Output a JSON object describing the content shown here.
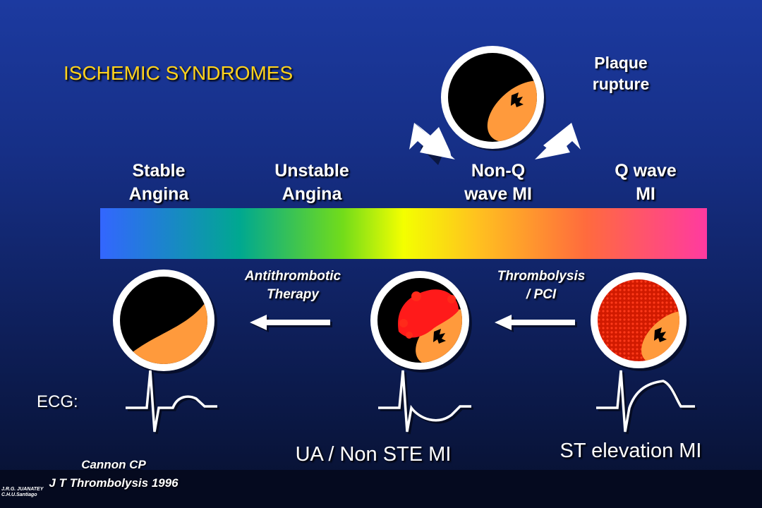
{
  "title": "ISCHEMIC SYNDROMES",
  "plaque_label": "Plaque\nrupture",
  "spectrum_labels": {
    "stable": "Stable\nAngina",
    "unstable": "Unstable\nAngina",
    "nonq": "Non-Q\nwave MI",
    "qwave": "Q wave\nMI"
  },
  "therapies": {
    "antithrombotic": "Antithrombotic\nTherapy",
    "thrombolysis": "Thrombolysis\n/ PCI"
  },
  "ecg_label": "ECG:",
  "captions": {
    "ua_nste": "UA / Non STE MI",
    "st_elev": "ST elevation  MI"
  },
  "citation": "Cannon CP\nJ T Thrombolysis 1996",
  "credit": "J.R.G. JUANATEY\nC.H.U.Santiago",
  "colors": {
    "title": "#ffd21c",
    "plaque": "#ff9a3c",
    "thrombus": "#ff1a1a",
    "vessel_wall": "#ffffff"
  }
}
